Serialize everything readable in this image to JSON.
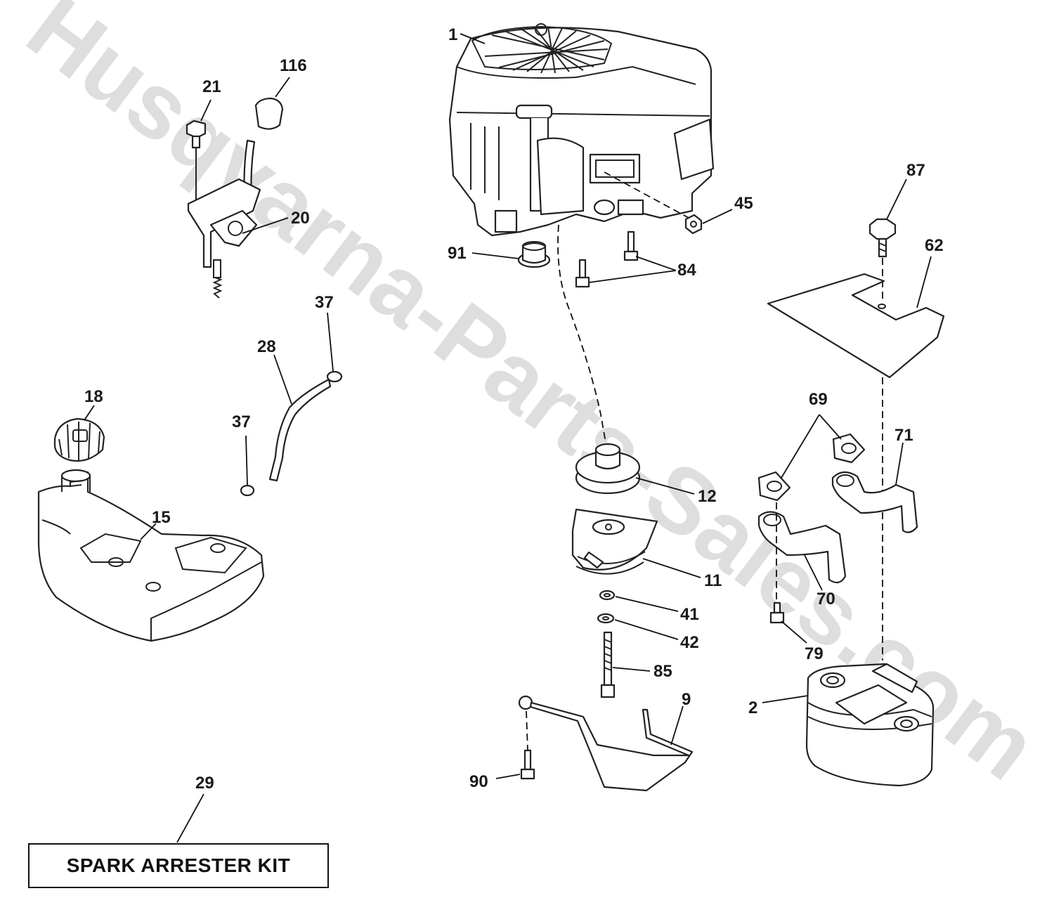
{
  "watermark": "Husqvarna-Parts-Sales.com",
  "callouts": {
    "c1": "1",
    "c2": "2",
    "c9": "9",
    "c11": "11",
    "c12": "12",
    "c15": "15",
    "c18": "18",
    "c20": "20",
    "c21": "21",
    "c28": "28",
    "c29": "29",
    "c37a": "37",
    "c37b": "37",
    "c41": "41",
    "c42": "42",
    "c45": "45",
    "c62": "62",
    "c69": "69",
    "c70": "70",
    "c71": "71",
    "c79": "79",
    "c84": "84",
    "c85": "85",
    "c87": "87",
    "c90": "90",
    "c91": "91",
    "c116": "116"
  },
  "kit_label": "SPARK ARRESTER KIT",
  "colors": {
    "line": "#222222",
    "watermark": "#d9d9d9",
    "background": "#ffffff"
  }
}
